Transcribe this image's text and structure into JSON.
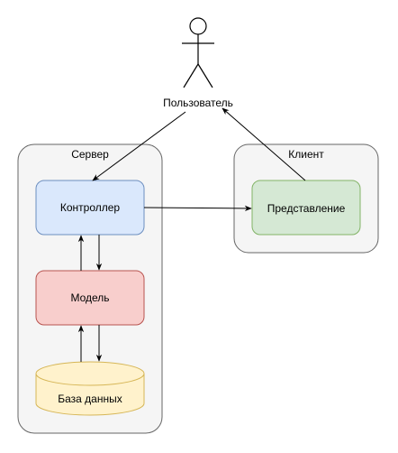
{
  "actor": {
    "label": "Пользователь"
  },
  "server": {
    "title": "Сервер"
  },
  "client": {
    "title": "Клиент"
  },
  "nodes": {
    "controller": {
      "label": "Контроллер"
    },
    "model": {
      "label": "Модель"
    },
    "database": {
      "label": "База данных"
    },
    "view": {
      "label": "Представление"
    }
  },
  "colors": {
    "container_fill": "#f5f5f5",
    "container_stroke": "#666666",
    "controller_fill": "#dae8fc",
    "controller_stroke": "#6c8ebf",
    "model_fill": "#f8cecc",
    "model_stroke": "#b85450",
    "database_fill": "#fff2cc",
    "database_stroke": "#d6b656",
    "view_fill": "#d5e8d4",
    "view_stroke": "#82b366",
    "edge": "#000000"
  }
}
